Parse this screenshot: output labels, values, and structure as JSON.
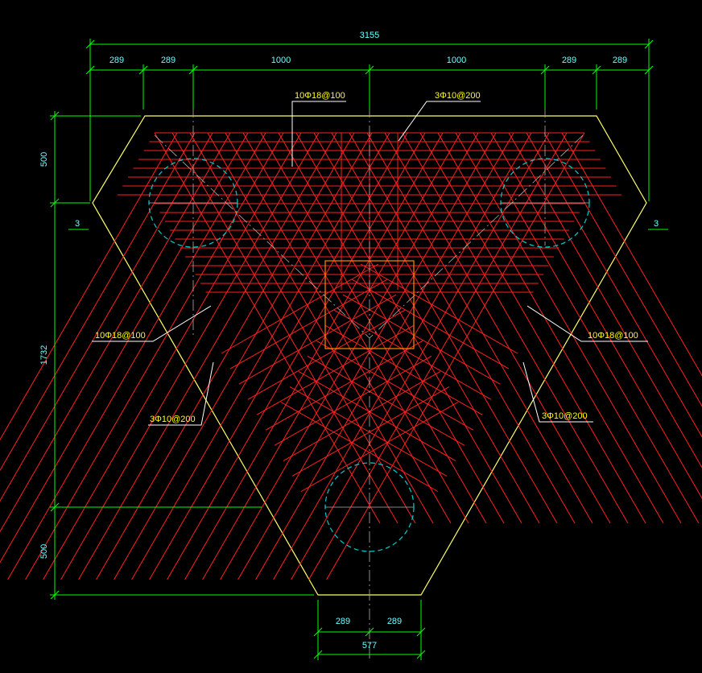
{
  "colors": {
    "background": "#000000",
    "outline": "#ffff66",
    "rebar": "#ff2020",
    "dimension_line": "#00ff00",
    "dimension_text": "#66ffff",
    "note_text": "#ffff00",
    "leader": "#ffffff",
    "pile": "#00cccc",
    "column": "#ff8800",
    "center_line": "#b0b0b0"
  },
  "dimensions": {
    "overall_width": "3155",
    "top_segments": [
      "289",
      "289",
      "1000",
      "1000",
      "289",
      "289"
    ],
    "left_segments": [
      "500",
      "1732",
      "500"
    ],
    "bottom_segments": [
      "289",
      "289"
    ],
    "bottom_total": "577"
  },
  "section_marks": {
    "left": "3",
    "right": "3"
  },
  "rebar_notes": {
    "top_main": "10Φ18@100",
    "top_stirrup": "3Φ10@200",
    "left_main": "10Φ18@100",
    "left_stirrup": "3Φ10@200",
    "right_main": "10Φ18@100",
    "right_stirrup": "3Φ10@200"
  }
}
